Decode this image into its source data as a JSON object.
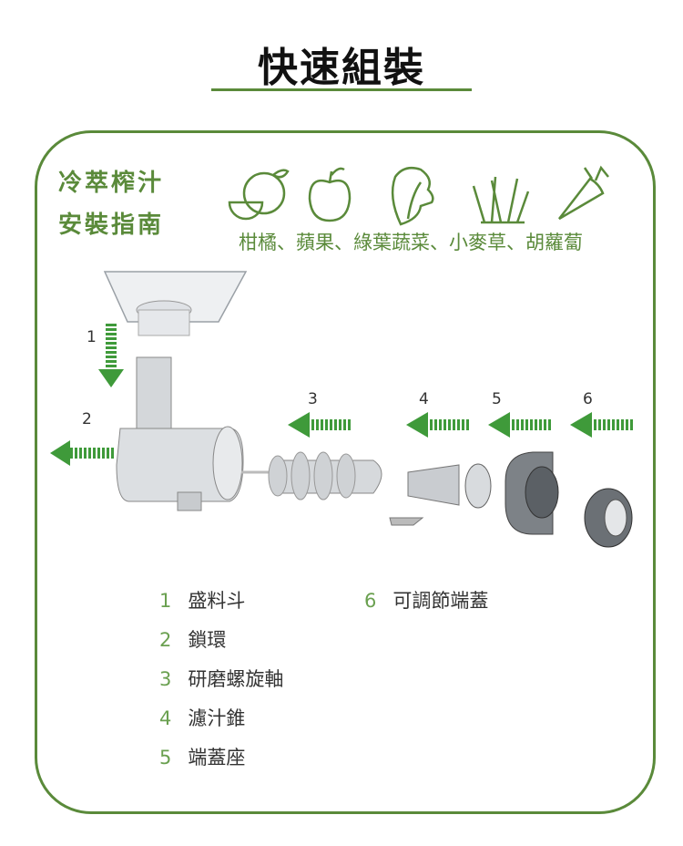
{
  "title": "快速組裝",
  "heading": {
    "line1": "冷萃榨汁",
    "line2": "安裝指南"
  },
  "produce_label": "柑橘、蘋果、綠葉蔬菜、小麥草、胡蘿蔔",
  "produce_icons": [
    "citrus-icon",
    "apple-icon",
    "leafy-greens-icon",
    "wheatgrass-icon",
    "carrot-icon"
  ],
  "step_numbers": [
    "1",
    "2",
    "3",
    "4",
    "5",
    "6"
  ],
  "parts": [
    {
      "n": "1",
      "label": "盛料斗"
    },
    {
      "n": "2",
      "label": "鎖環"
    },
    {
      "n": "3",
      "label": "研磨螺旋軸"
    },
    {
      "n": "4",
      "label": "濾汁錐"
    },
    {
      "n": "5",
      "label": "端蓋座"
    },
    {
      "n": "6",
      "label": "可調節端蓋"
    }
  ],
  "colors": {
    "accent": "#5a8a3a",
    "arrow": "#3f9a3a"
  }
}
